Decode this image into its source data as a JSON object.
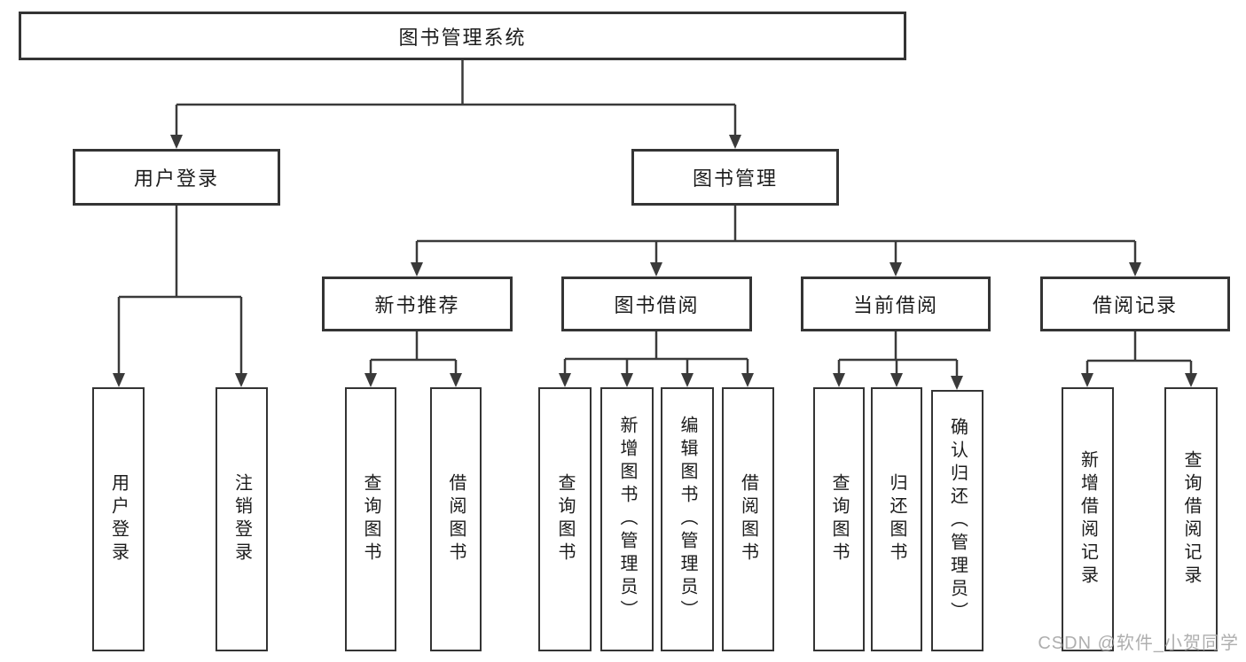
{
  "watermark": "CSDN @软件_小贺同学",
  "colors": {
    "background": "#ffffff",
    "box_border": "#343434",
    "connector_line": "#3a3a3a",
    "text": "#1c1c1c",
    "watermark_text": "#a6a6a6"
  },
  "tree": {
    "root": "图书管理系统",
    "branches": [
      {
        "label": "用户登录",
        "children": [
          "用户登录",
          "注销登录"
        ]
      },
      {
        "label": "图书管理",
        "groups": [
          {
            "label": "新书推荐",
            "children": [
              "查询图书",
              "借阅图书"
            ]
          },
          {
            "label": "图书借阅",
            "children": [
              "查询图书",
              "新增图书（管理员）",
              "编辑图书（管理员）",
              "借阅图书"
            ]
          },
          {
            "label": "当前借阅",
            "children": [
              "查询图书",
              "归还图书",
              "确认归还（管理员）"
            ]
          },
          {
            "label": "借阅记录",
            "children": [
              "新增借阅记录",
              "查询借阅记录"
            ]
          }
        ]
      }
    ]
  }
}
